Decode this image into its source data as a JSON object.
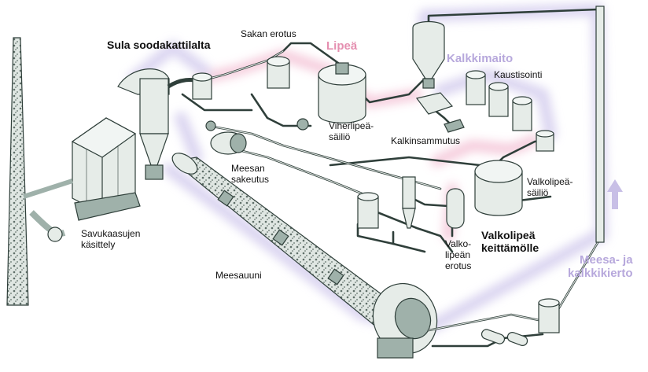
{
  "diagram": {
    "labels": {
      "sula": "Sula soodakattilalta",
      "sakan_erotus": "Sakan erotus",
      "lipea": "Lipeä",
      "kalkkimaito": "Kalkkimaito",
      "kaustisointi": "Kaustisointi",
      "viherlipea_1": "Viherlipeä-",
      "viherlipea_2": "säiliö",
      "kalkinsammutus": "Kalkinsammutus",
      "meesan_1": "Meesan",
      "meesan_2": "sakeutus",
      "valkolipea_sailio_1": "Valkolipeä-",
      "valkolipea_sailio_2": "säiliö",
      "valkolipea_keittamolle_1": "Valkolipeä",
      "valkolipea_keittamolle_2": "keittämölle",
      "savukaasujen_1": "Savukaasujen",
      "savukaasujen_2": "käsittely",
      "meesauuni": "Meesauuni",
      "valkolipean_1": "Valko-",
      "valkolipean_2": "lipeän",
      "valkolipean_3": "erotus",
      "meesa_kierto_1": "Meesa- ja",
      "meesa_kierto_2": "kalkkikierto"
    },
    "colors": {
      "pipe": "#2f3f3a",
      "equipment_fill": "#e6ece8",
      "equipment_dark": "#9fb1aa",
      "pink_glow": "#f4c6d8",
      "lavender_glow": "#d9d3f0",
      "arrow": "#c8bfe6"
    },
    "icons": {
      "arrow": "arrow-up-icon"
    }
  }
}
